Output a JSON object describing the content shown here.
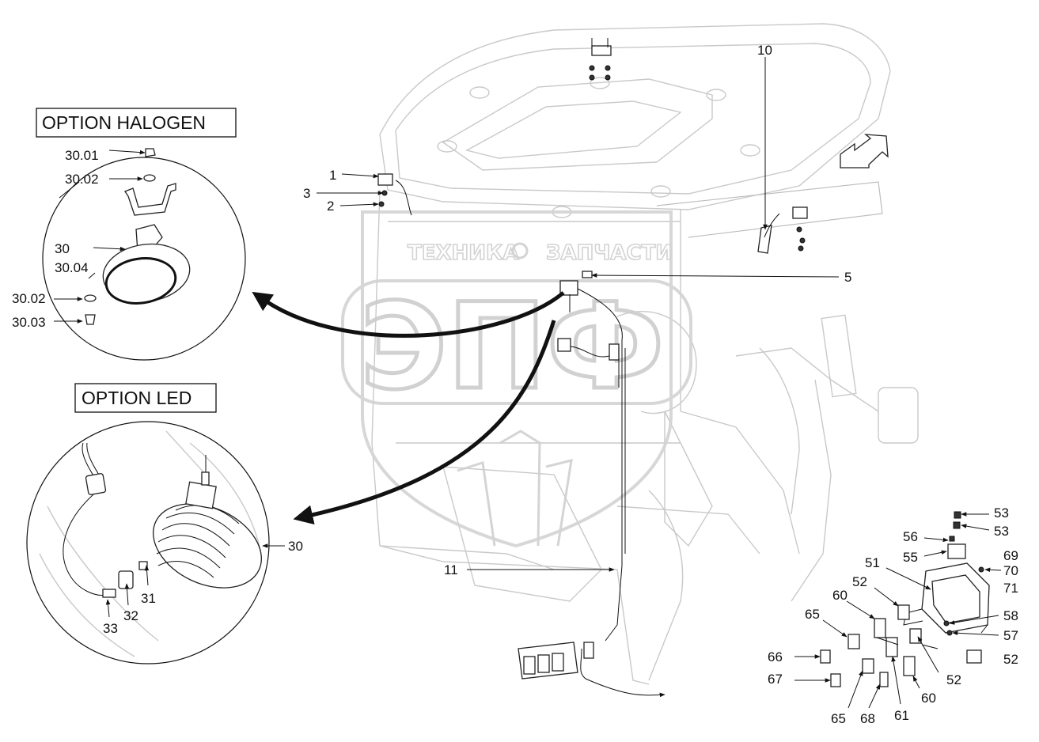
{
  "boxes": {
    "halogen": "OPTION HALOGEN",
    "led": "OPTION LED"
  },
  "watermark": {
    "left_word": "ТЕХНИКА",
    "right_word": "ЗАПЧАСТИ",
    "letters": "ЭПФ"
  },
  "labels": {
    "l_30_01": "30.01",
    "l_30_02a": "30.02",
    "l_30": "30",
    "l_30_04": "30.04",
    "l_30_02b": "30.02",
    "l_30_03": "30.03",
    "l_1": "1",
    "l_3": "3",
    "l_2": "2",
    "l_10": "10",
    "l_5": "5",
    "l_30_led": "30",
    "l_31": "31",
    "l_32": "32",
    "l_33": "33",
    "l_11": "11",
    "l_53a": "53",
    "l_53b": "53",
    "l_56": "56",
    "l_55": "55",
    "l_69": "69",
    "l_70": "70",
    "l_71": "71",
    "l_51": "51",
    "l_52a": "52",
    "l_60a": "60",
    "l_65a": "65",
    "l_58": "58",
    "l_57": "57",
    "l_52b": "52",
    "l_66": "66",
    "l_52c": "52",
    "l_67": "67",
    "l_60b": "60",
    "l_65b": "65",
    "l_68": "68",
    "l_61": "61"
  }
}
